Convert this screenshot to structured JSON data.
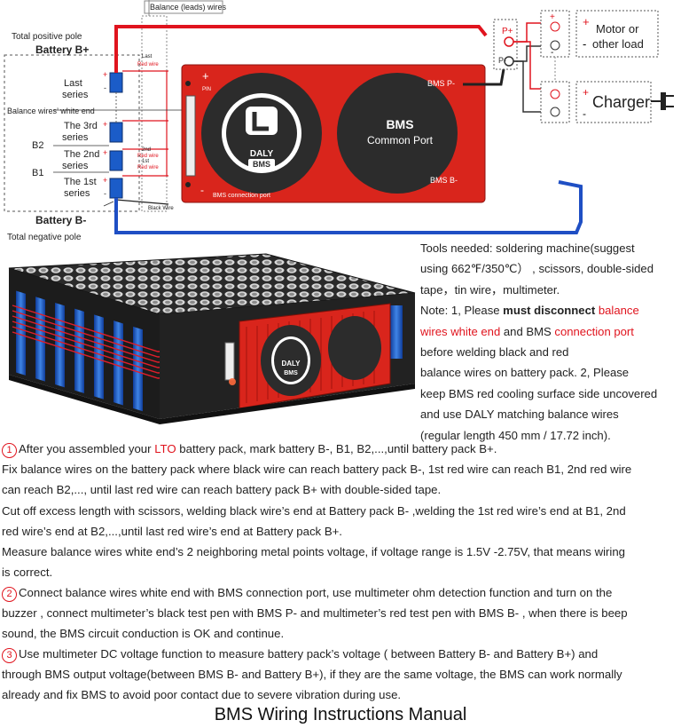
{
  "diagram": {
    "balance_leads_label": "Balance (leads) wires",
    "total_positive_pole": "Total positive pole",
    "battery_b_plus": "Battery B+",
    "last_series": [
      "Last",
      "series"
    ],
    "balance_white_end": "Balance wires’ white end",
    "third_series": [
      "The 3rd",
      "series"
    ],
    "second_series": [
      "The 2nd",
      "series"
    ],
    "first_series": [
      "The 1st",
      "series"
    ],
    "b2": "B2",
    "b1": "B1",
    "battery_b_minus": "Battery B-",
    "total_negative_pole": "Total negative pole",
    "last_red_wire": [
      "Last",
      "Red wire"
    ],
    "second_red_wire": [
      "2nd",
      "Red wire"
    ],
    "first_red_wire": [
      "1st",
      "Red wire"
    ],
    "black_wire": "Black Wire",
    "pin_label": "PIN",
    "bms_connection_port_small": "BMS connection port",
    "bms_title": "BMS",
    "common_port": "Common Port",
    "bms_p_minus": "BMS P-",
    "bms_b_minus": "BMS B-",
    "p_plus": "P+",
    "p_minus": "P-",
    "motor_or_load": [
      "Motor or",
      "other load"
    ],
    "charger": "Charger",
    "logo_text": [
      "DALY",
      "BMS"
    ],
    "photo_logo": [
      "DALY",
      "BMS"
    ]
  },
  "tools_text": {
    "line1": "Tools needed: soldering machine(suggest",
    "line2": "using 662℉/350℃） , scissors, double-sided",
    "line3": "tape，tin wire，multimeter.",
    "note_a": "Note: 1, Please ",
    "note_bold": "must disconnect",
    "note_red1": " balance",
    "note_red2": "wires white end",
    "note_mid": " and BMS ",
    "note_red3": "connection port",
    "line_b": "before welding black and red",
    "line_c": "balance wires on battery pack.  2, Please",
    "line_d": "keep BMS red cooling surface side uncovered",
    "line_e": "and use DALY matching balance wires",
    "line_f": "(regular length 450 mm / 17.72 inch)."
  },
  "steps": {
    "s1_num": "1",
    "s1_a": "After you assembled your ",
    "s1_lto": "LTO",
    "s1_b": " battery pack, mark battery B-, B1, B2,...,until battery pack B+.",
    "p2": "Fix balance wires on the battery pack where black wire can reach battery pack B-, 1st red wire can reach B1, 2nd red wire",
    "p3": "can reach B2,..., until last red wire can reach battery pack B+ with double-sided tape.",
    "p4": "Cut off excess length with scissors, welding black wire’s end at Battery pack B- ,welding the 1st red wire’s end at B1, 2nd",
    "p5": "red wire’s end at B2,...,until  last red wire’s end at Battery pack B+.",
    "p6": "Measure balance wires white end’s 2 neighboring metal points voltage,  if voltage range is 1.5V -2.75V, that means wiring",
    "p7": "is correct.",
    "s2_num": "2",
    "s2_a": "Connect balance wires white end with BMS connection port, use multimeter ohm detection function and turn on the",
    "p9": "buzzer , connect multimeter’s black test pen with BMS P- and multimeter’s red test pen with BMS B- , when there is beep",
    "p10": "sound, the BMS circuit conduction is OK and continue.",
    "s3_num": "3",
    "s3_a": "Use multimeter DC voltage function to measure battery pack’s voltage ( between Battery B- and Battery B+) and",
    "p12": "through BMS output voltage(between BMS B- and Battery B+), if they are the same voltage, the BMS can work normally",
    "p13": "already and  fix BMS to avoid poor contact due to severe vibration during use."
  },
  "footer": "BMS Wiring Instructions Manual",
  "colors": {
    "accent_red": "#e0141e",
    "wire_blue": "#1f4fc4",
    "bms_red": "#d9251c",
    "dark": "#2c2c2c"
  }
}
